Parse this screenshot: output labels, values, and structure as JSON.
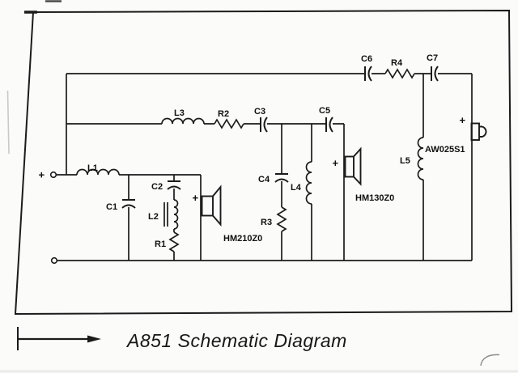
{
  "colors": {
    "ink": "#1b1b1b",
    "paper": "#fbfbfa"
  },
  "schematic": {
    "caption": "A851 Schematic Diagram",
    "plus_sign": "+",
    "components": {
      "L1": "L1",
      "C1": "C1",
      "C2": "C2",
      "L2": "L2",
      "R1": "R1",
      "L3": "L3",
      "R2": "R2",
      "C3": "C3",
      "C4": "C4",
      "L4": "L4",
      "R3": "R3",
      "C5": "C5",
      "C6": "C6",
      "R4": "R4",
      "C7": "C7",
      "L5": "L5"
    },
    "speakers": {
      "woofer": "HM210Z0",
      "midrange": "HM130Z0",
      "tweeter": "AW025S1"
    }
  }
}
